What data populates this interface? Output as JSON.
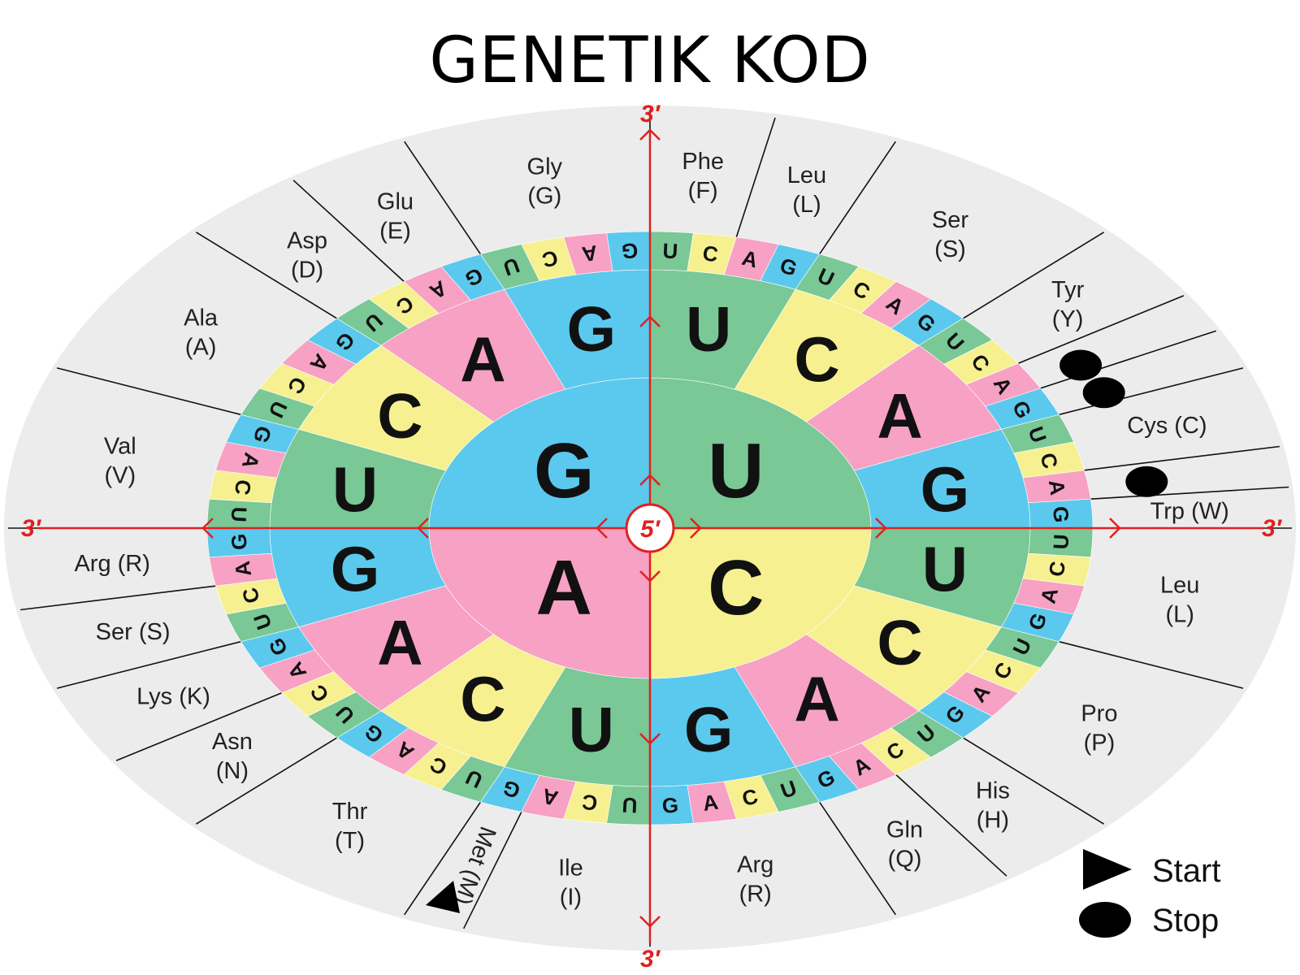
{
  "title": "GENETIK KOD",
  "colors": {
    "U": "#79c896",
    "C": "#f7f090",
    "A": "#f7a1c4",
    "G": "#5bc9ee",
    "axis": "#e02020",
    "bg": "#ececec"
  },
  "bases_order": [
    "U",
    "C",
    "A",
    "G"
  ],
  "first_base_angles": {
    "U": [
      0,
      90
    ],
    "C": [
      90,
      180
    ],
    "A": [
      180,
      270
    ],
    "G": [
      270,
      360
    ]
  },
  "axis_labels": {
    "center": "5′",
    "top": "3′",
    "bottom": "3′",
    "left": "3′",
    "right": "3′"
  },
  "amino_acids": [
    {
      "name": "Phe",
      "abbr": "(F)",
      "codon_start": 0,
      "codon_end": 2,
      "stop": false,
      "start": false
    },
    {
      "name": "Leu",
      "abbr": "(L)",
      "codon_start": 2,
      "codon_end": 4,
      "stop": false,
      "start": false
    },
    {
      "name": "Ser",
      "abbr": "(S)",
      "codon_start": 4,
      "codon_end": 8,
      "stop": false,
      "start": false
    },
    {
      "name": "Tyr",
      "abbr": "(Y)",
      "codon_start": 8,
      "codon_end": 10,
      "stop": false,
      "start": false
    },
    {
      "name": "Cys (C)",
      "abbr": "",
      "codon_start": 12,
      "codon_end": 14,
      "stop": false,
      "start": false
    },
    {
      "name": "Trp (W)",
      "abbr": "",
      "codon_start": 15,
      "codon_end": 16,
      "stop": false,
      "start": false
    },
    {
      "name": "Leu",
      "abbr": "(L)",
      "codon_start": 16,
      "codon_end": 20,
      "stop": false,
      "start": false
    },
    {
      "name": "Pro",
      "abbr": "(P)",
      "codon_start": 20,
      "codon_end": 24,
      "stop": false,
      "start": false
    },
    {
      "name": "His",
      "abbr": "(H)",
      "codon_start": 24,
      "codon_end": 26,
      "stop": false,
      "start": false
    },
    {
      "name": "Gln",
      "abbr": "(Q)",
      "codon_start": 26,
      "codon_end": 28,
      "stop": false,
      "start": false
    },
    {
      "name": "Arg",
      "abbr": "(R)",
      "codon_start": 28,
      "codon_end": 32,
      "stop": false,
      "start": false
    },
    {
      "name": "Ile",
      "abbr": "(I)",
      "codon_start": 32,
      "codon_end": 35,
      "stop": false,
      "start": false
    },
    {
      "name": "Met (M)",
      "abbr": "",
      "codon_start": 35,
      "codon_end": 36,
      "stop": false,
      "start": true
    },
    {
      "name": "Thr",
      "abbr": "(T)",
      "codon_start": 36,
      "codon_end": 40,
      "stop": false,
      "start": false
    },
    {
      "name": "Asn",
      "abbr": "(N)",
      "codon_start": 40,
      "codon_end": 42,
      "stop": false,
      "start": false
    },
    {
      "name": "Lys (K)",
      "abbr": "",
      "codon_start": 42,
      "codon_end": 44,
      "stop": false,
      "start": false
    },
    {
      "name": "Ser (S)",
      "abbr": "",
      "codon_start": 44,
      "codon_end": 46,
      "stop": false,
      "start": false
    },
    {
      "name": "Arg (R)",
      "abbr": "",
      "codon_start": 46,
      "codon_end": 48,
      "stop": false,
      "start": false
    },
    {
      "name": "Val",
      "abbr": "(V)",
      "codon_start": 48,
      "codon_end": 52,
      "stop": false,
      "start": false
    },
    {
      "name": "Ala",
      "abbr": "(A)",
      "codon_start": 52,
      "codon_end": 56,
      "stop": false,
      "start": false
    },
    {
      "name": "Asp",
      "abbr": "(D)",
      "codon_start": 56,
      "codon_end": 58,
      "stop": false,
      "start": false
    },
    {
      "name": "Glu",
      "abbr": "(E)",
      "codon_start": 58,
      "codon_end": 60,
      "stop": false,
      "start": false
    },
    {
      "name": "Gly",
      "abbr": "(G)",
      "codon_start": 60,
      "codon_end": 64,
      "stop": false,
      "start": false
    }
  ],
  "stop_codons": [
    10,
    11,
    14
  ],
  "legend": {
    "start_label": "Start",
    "stop_label": "Stop"
  }
}
